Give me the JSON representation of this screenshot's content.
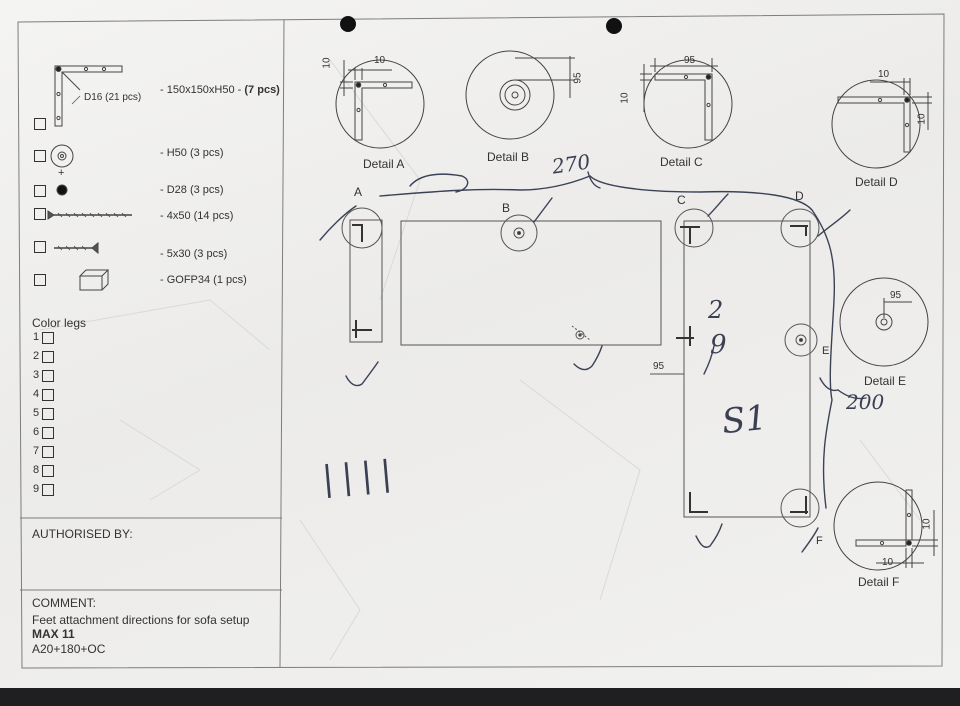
{
  "legend_items": [
    {
      "desc": "- 150x150xH50 - ",
      "qty": "(7 pcs)",
      "note": "D16 (21 pcs)"
    },
    {
      "desc": "- H50 (3 pcs)"
    },
    {
      "desc": "- D28 (3 pcs)"
    },
    {
      "desc": "- 4x50 (14 pcs)"
    },
    {
      "desc": "- 5x30 (3 pcs)"
    },
    {
      "desc": "- GOFP34 (1 pcs)"
    }
  ],
  "plus_sign": "+",
  "color_legs": {
    "title": "Color legs",
    "items": [
      "1",
      "2",
      "3",
      "4",
      "5",
      "6",
      "7",
      "8",
      "9"
    ]
  },
  "authorised_label": "AUTHORISED BY:",
  "comment": {
    "label": "COMMENT:",
    "line1": "Feet attachment directions for sofa setup",
    "line2": "MAX 11",
    "line3": "A20+180+OC"
  },
  "details": [
    {
      "title": "Detail A",
      "dim1": "10",
      "dim2": "10"
    },
    {
      "title": "Detail B",
      "dim1": "95"
    },
    {
      "title": "Detail C",
      "dim1": "95",
      "dim2": "10"
    },
    {
      "title": "Detail D",
      "dim1": "10",
      "dim2": "10"
    },
    {
      "title": "Detail E",
      "dim1": "95"
    },
    {
      "title": "Detail F",
      "dim1": "10",
      "dim2": "10"
    }
  ],
  "point_labels": {
    "a": "A",
    "b": "B",
    "c": "C",
    "d": "D",
    "e": "E",
    "f": "F"
  },
  "dim_95": "95",
  "handwriting": {
    "n270": "270",
    "n200": "200",
    "s1": "S1",
    "n2": "2",
    "n9": "9",
    "tally": "||||"
  }
}
